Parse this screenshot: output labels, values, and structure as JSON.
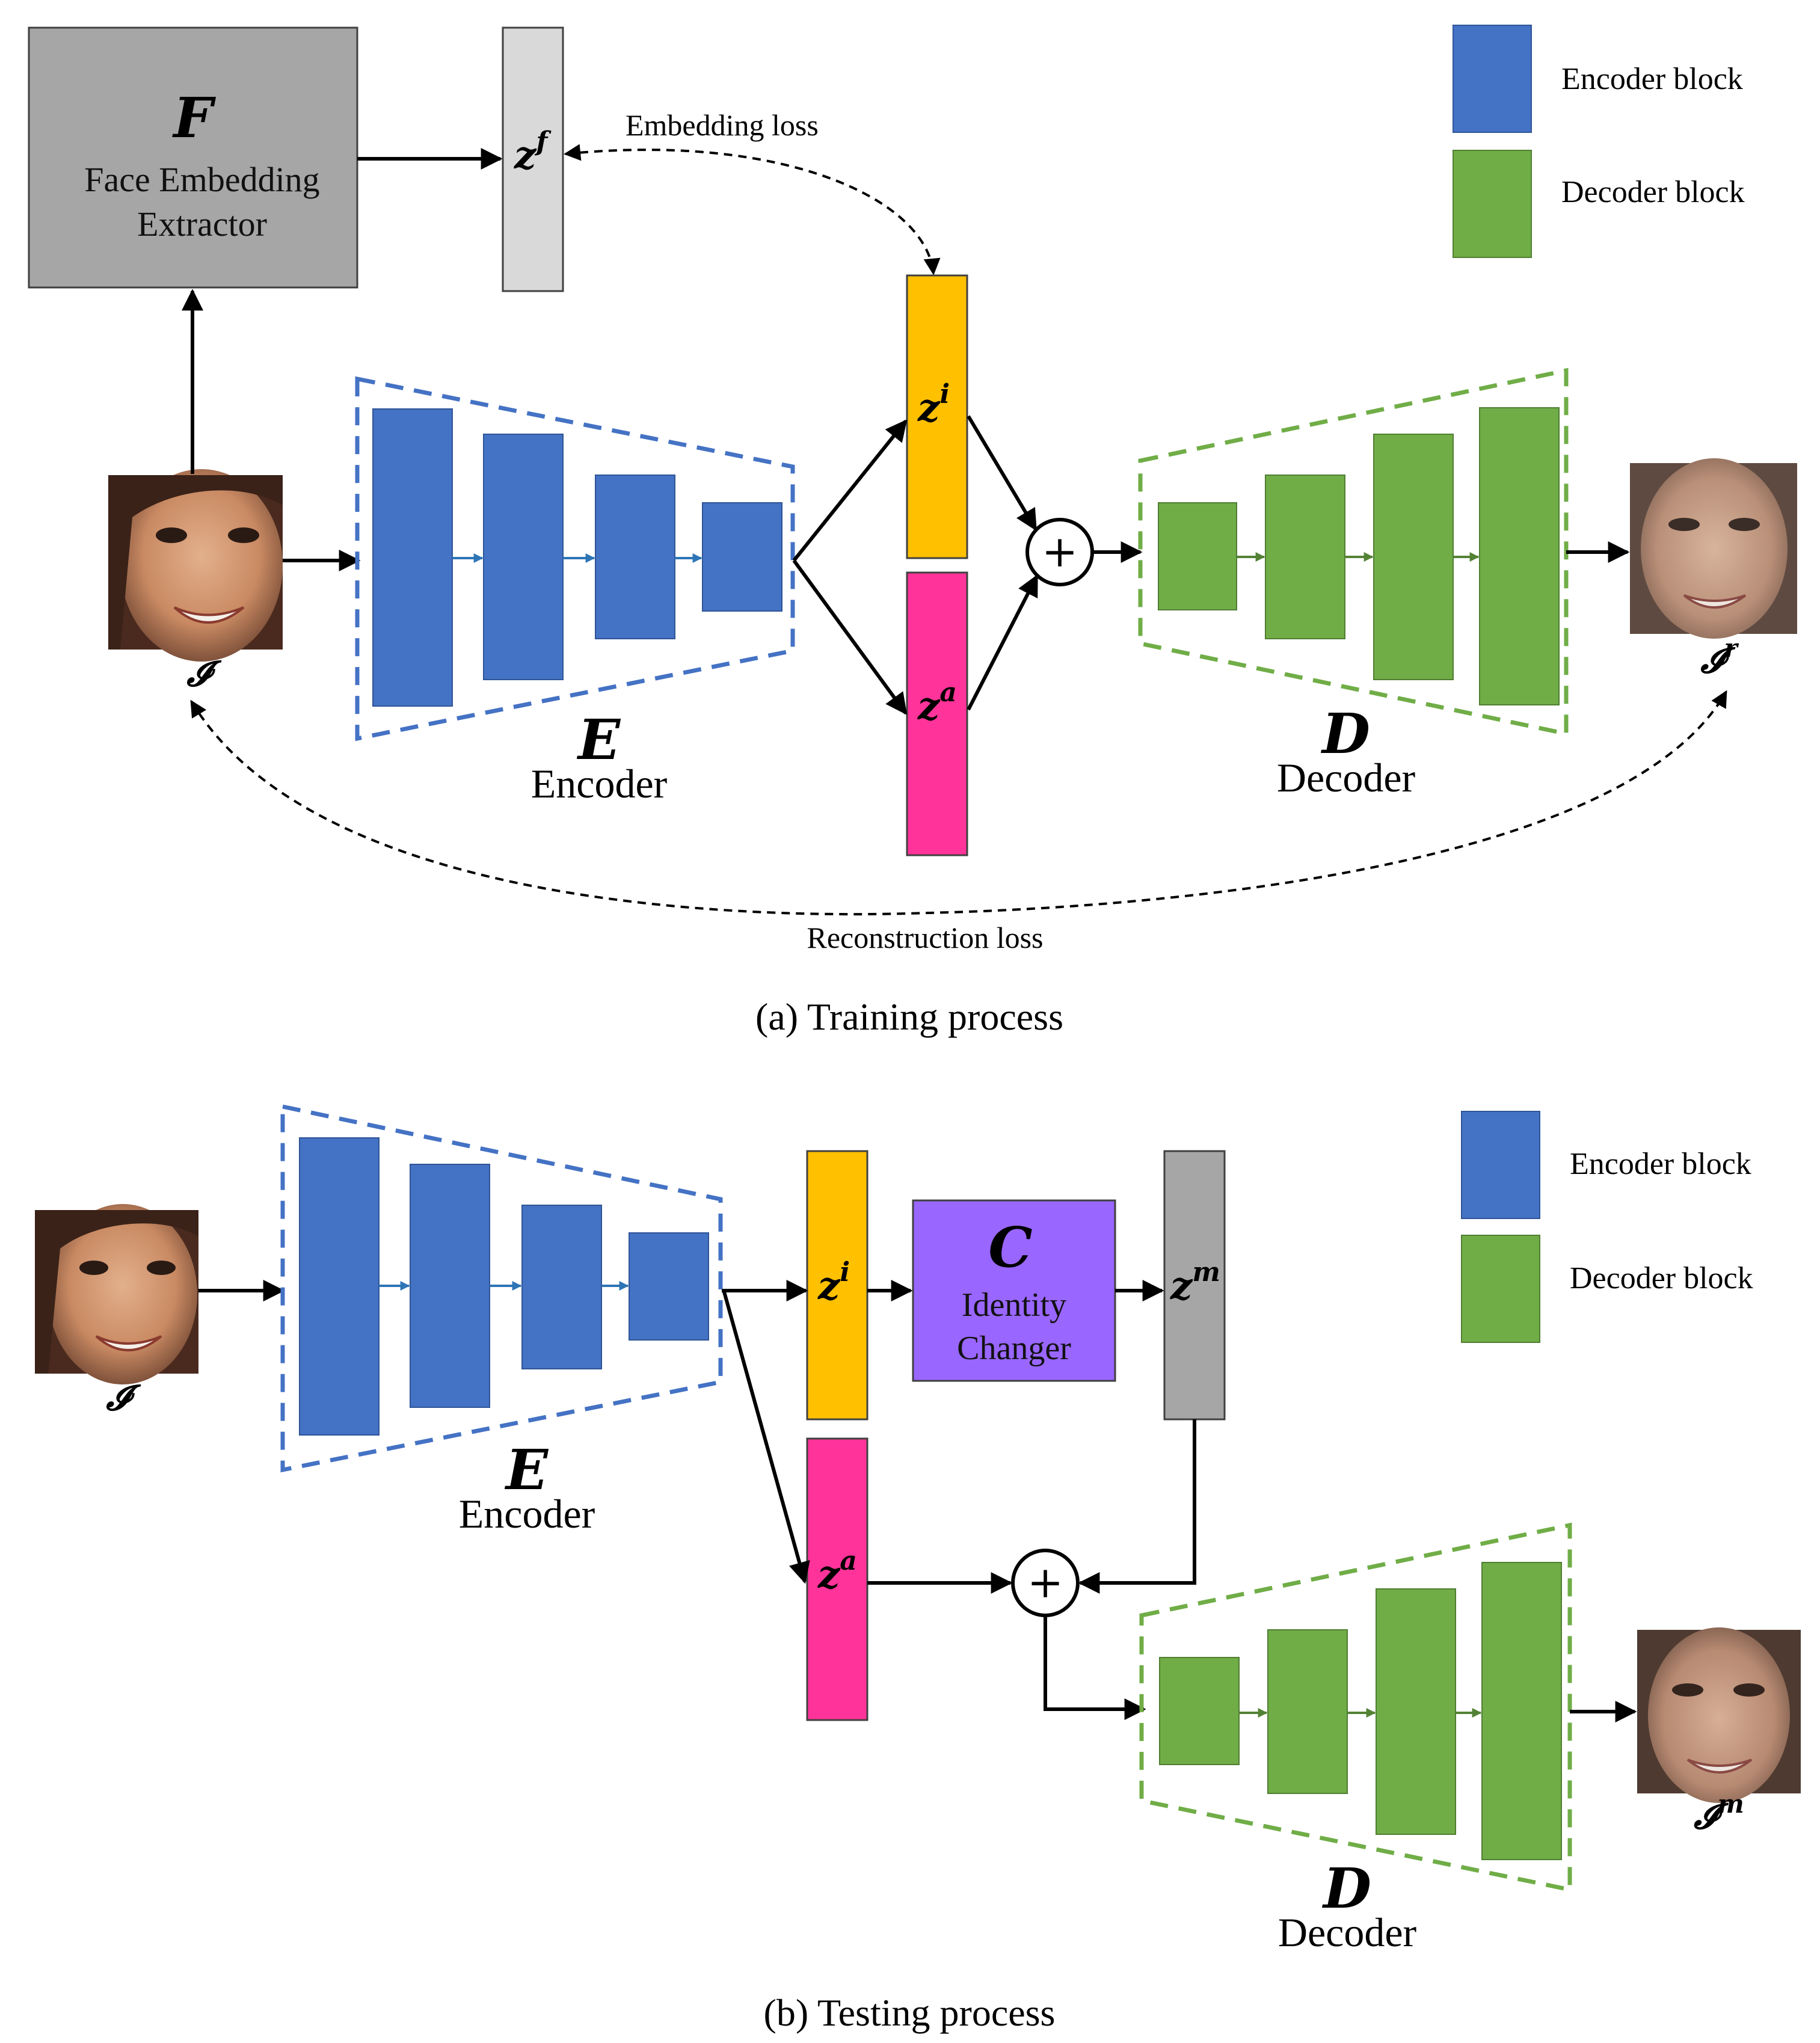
{
  "panel_a": {
    "caption": "(a)  Training process",
    "face_extractor": {
      "symbol": "F",
      "line1": "Face Embedding",
      "line2": "Extractor"
    },
    "zf_label": "z",
    "zf_sup": "f",
    "embedding_loss": "Embedding loss",
    "zi_label": "z",
    "zi_sup": "i",
    "za_label": "z",
    "za_sup": "a",
    "encoder_symbol": "E",
    "encoder_name": "Encoder",
    "decoder_symbol": "D",
    "decoder_name": "Decoder",
    "input_label": "𝓘",
    "output_label": "𝓘",
    "output_sup": "r",
    "reconstruction_loss": "Reconstruction loss",
    "plus": "+",
    "legend": [
      {
        "label": "Encoder block",
        "color": "#4472C4"
      },
      {
        "label": "Decoder block",
        "color": "#70AD47"
      }
    ]
  },
  "panel_b": {
    "caption": "(b)  Testing process",
    "encoder_symbol": "E",
    "encoder_name": "Encoder",
    "decoder_symbol": "D",
    "decoder_name": "Decoder",
    "zi_label": "z",
    "zi_sup": "i",
    "za_label": "z",
    "za_sup": "a",
    "zm_label": "z",
    "zm_sup": "m",
    "changer": {
      "symbol": "C",
      "line1": "Identity",
      "line2": "Changer"
    },
    "input_label": "𝓘",
    "output_label": "𝓘",
    "output_sup": "m",
    "plus": "+",
    "legend": [
      {
        "label": "Encoder block",
        "color": "#4472C4"
      },
      {
        "label": "Decoder block",
        "color": "#70AD47"
      }
    ]
  },
  "colors": {
    "encoder_blue": "#4472C4",
    "decoder_green": "#70AD47",
    "z_identity": "#FFC000",
    "z_attribute": "#FF3399",
    "z_face": "#D9D9D9",
    "z_modified": "#A6A6A6",
    "extractor_gray": "#A6A6A6",
    "changer_purple": "#9966FF"
  }
}
